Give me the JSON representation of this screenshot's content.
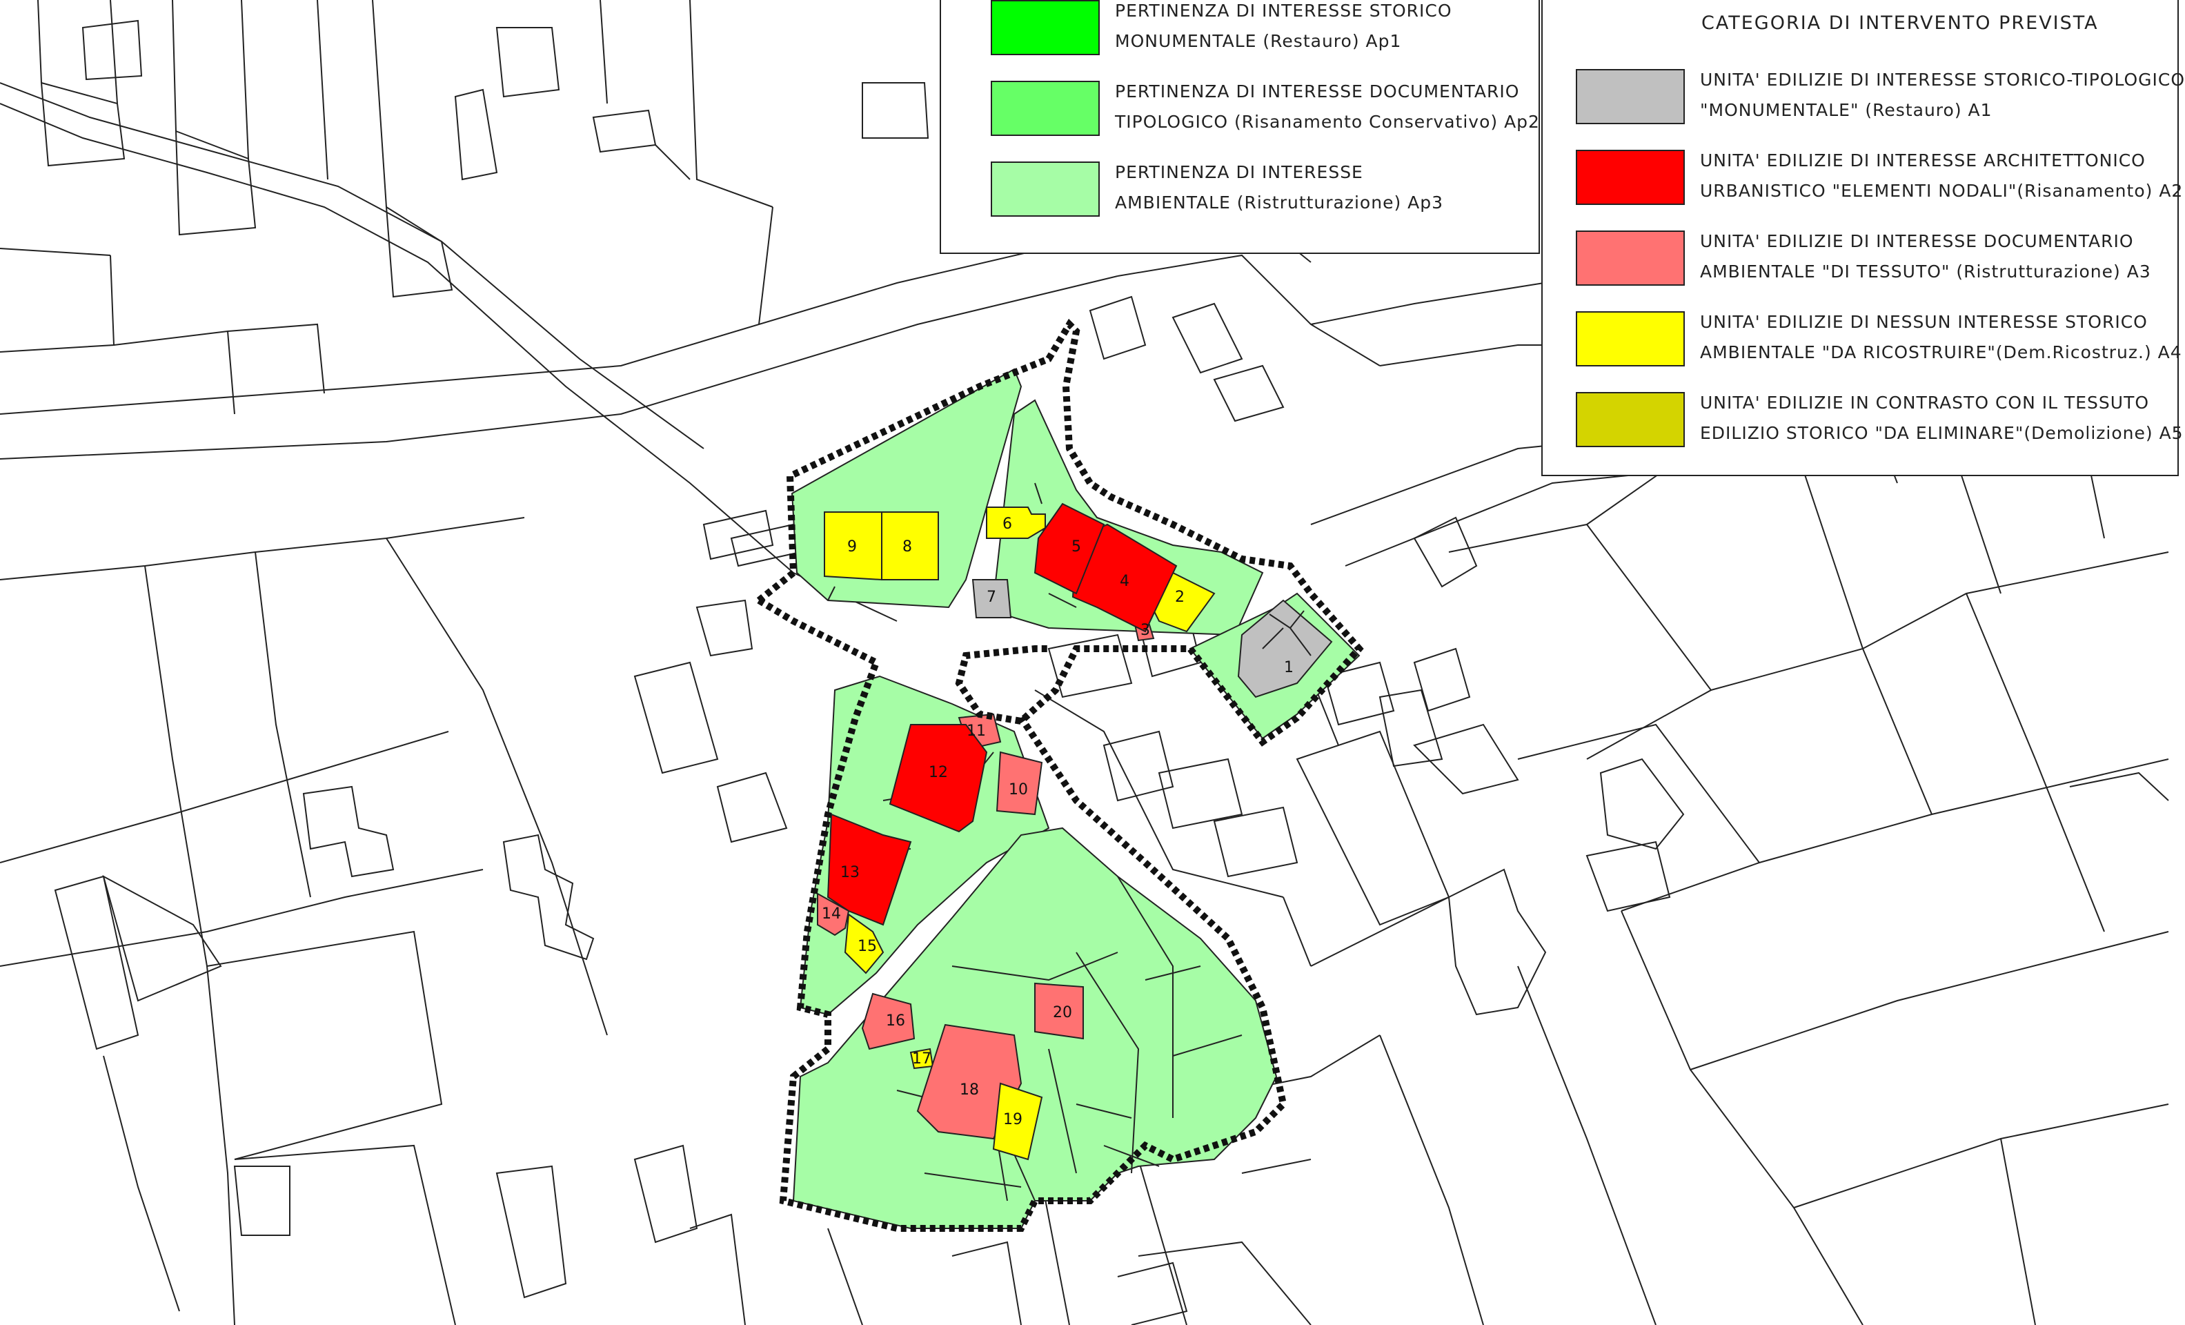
{
  "colors": {
    "ap1": "#00ff00",
    "ap2": "#66ff66",
    "ap3": "#a6fda6",
    "a1": "#c0c0c0",
    "a2": "#ff0000",
    "a3": "#ff7272",
    "a4": "#ffff00",
    "a5": "#d4d400",
    "boundary": "#111111",
    "lines": "#222222",
    "road": "#ffffff"
  },
  "legend_left": {
    "items": [
      {
        "line1": "PERTINENZA DI INTERESSE STORICO",
        "line2": "MONUMENTALE (Restauro) Ap1",
        "color_key": "ap1"
      },
      {
        "line1": "PERTINENZA DI INTERESSE DOCUMENTARIO",
        "line2": "TIPOLOGICO (Risanamento Conservativo) Ap2",
        "color_key": "ap2"
      },
      {
        "line1": "PERTINENZA DI INTERESSE",
        "line2": "AMBIENTALE  (Ristrutturazione) Ap3",
        "color_key": "ap3"
      }
    ]
  },
  "legend_right": {
    "title": "CATEGORIA DI INTERVENTO PREVISTA",
    "items": [
      {
        "line1": "UNITA' EDILIZIE DI INTERESSE STORICO-TIPOLOGICO",
        "line2": "\"MONUMENTALE\" (Restauro) A1",
        "color_key": "a1"
      },
      {
        "line1": "UNITA' EDILIZIE DI INTERESSE ARCHITETTONICO",
        "line2": "URBANISTICO \"ELEMENTI NODALI\"(Risanamento) A2",
        "color_key": "a2"
      },
      {
        "line1": "UNITA' EDILIZIE DI INTERESSE DOCUMENTARIO",
        "line2": "AMBIENTALE \"DI TESSUTO\" (Ristrutturazione) A3",
        "color_key": "a3"
      },
      {
        "line1": "UNITA' EDILIZIE DI NESSUN INTERESSE STORICO",
        "line2": "AMBIENTALE \"DA RICOSTRUIRE\"(Dem.Ricostruz.) A4",
        "color_key": "a4"
      },
      {
        "line1": "UNITA' EDILIZIE IN CONTRASTO CON IL TESSUTO",
        "line2": "EDILIZIO STORICO \"DA ELIMINARE\"(Demolizione) A5",
        "color_key": "a5"
      }
    ]
  },
  "buildings": [
    {
      "num": "1",
      "category": "a1"
    },
    {
      "num": "2",
      "category": "a4"
    },
    {
      "num": "3",
      "category": "a3"
    },
    {
      "num": "4",
      "category": "a2"
    },
    {
      "num": "5",
      "category": "a2"
    },
    {
      "num": "6",
      "category": "a4"
    },
    {
      "num": "7",
      "category": "a1"
    },
    {
      "num": "8",
      "category": "a4"
    },
    {
      "num": "9",
      "category": "a4"
    },
    {
      "num": "10",
      "category": "a3"
    },
    {
      "num": "11",
      "category": "a3"
    },
    {
      "num": "12",
      "category": "a2"
    },
    {
      "num": "13",
      "category": "a2"
    },
    {
      "num": "14",
      "category": "a3"
    },
    {
      "num": "15",
      "category": "a4"
    },
    {
      "num": "16",
      "category": "a3"
    },
    {
      "num": "17",
      "category": "a4"
    },
    {
      "num": "18",
      "category": "a3"
    },
    {
      "num": "19",
      "category": "a4"
    },
    {
      "num": "20",
      "category": "a3"
    }
  ]
}
